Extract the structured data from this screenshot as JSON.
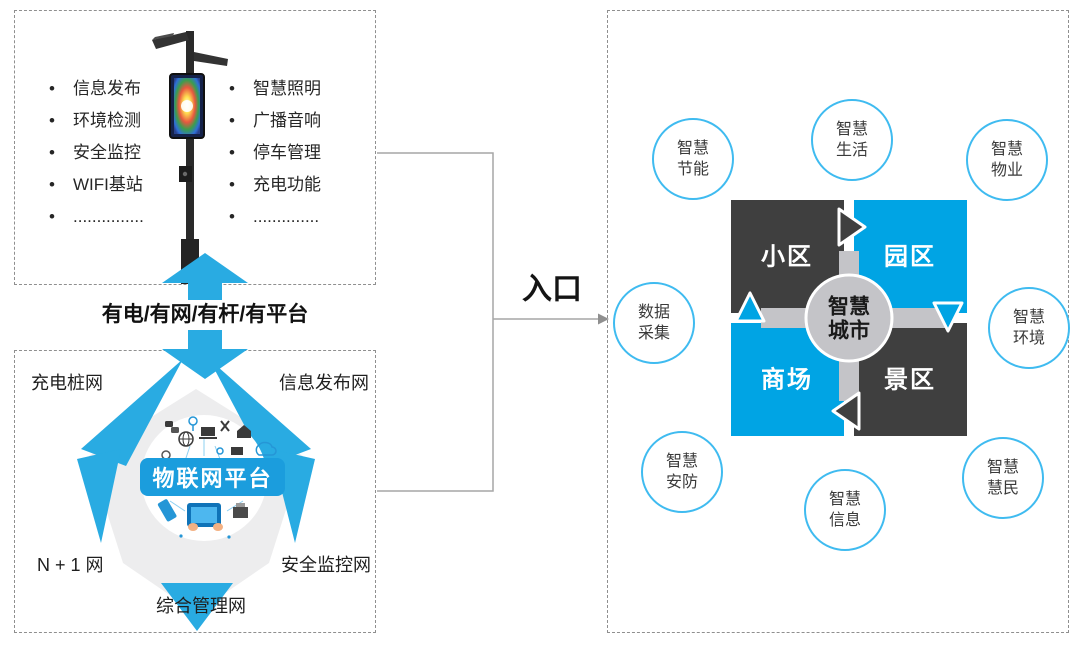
{
  "colors": {
    "accent_blue": "#00a4e4",
    "arrow_blue": "#29abe2",
    "dark_block": "#3f3f3f",
    "platform_blue": "#1b9ddd",
    "circle_stroke": "#3fbbf0",
    "connector_gray": "#a6a6a6",
    "center_gray": "#c4c4c8",
    "pentagon_gray": "#ededee"
  },
  "pole_panel": {
    "features_left": [
      "信息发布",
      "环境检测",
      "安全监控",
      "WIFI基站",
      "..............."
    ],
    "features_right": [
      "智慧照明",
      "广播音响",
      "停车管理",
      "充电功能",
      ".............."
    ]
  },
  "link_caption": "有电/有网/有杆/有平台",
  "entry_label": "入口",
  "iot_panel": {
    "platform_label": "物联网平台",
    "networks": {
      "charging": "充电桩网",
      "info": "信息发布网",
      "n_plus_1": "N + 1 网",
      "security": "安全监控网",
      "management": "综合管理网"
    }
  },
  "city_panel": {
    "center": {
      "lines": [
        "智慧",
        "城市"
      ]
    },
    "blocks": [
      {
        "label": "小区"
      },
      {
        "label": "园区"
      },
      {
        "label": "商场"
      },
      {
        "label": "景区"
      }
    ],
    "circles": [
      {
        "lines": [
          "智慧",
          "节能"
        ]
      },
      {
        "lines": [
          "智慧",
          "生活"
        ]
      },
      {
        "lines": [
          "智慧",
          "物业"
        ]
      },
      {
        "lines": [
          "数据",
          "采集"
        ]
      },
      {
        "lines": [
          "智慧",
          "环境"
        ]
      },
      {
        "lines": [
          "智慧",
          "安防"
        ]
      },
      {
        "lines": [
          "智慧",
          "信息"
        ]
      },
      {
        "lines": [
          "智慧",
          "慧民"
        ]
      }
    ]
  }
}
